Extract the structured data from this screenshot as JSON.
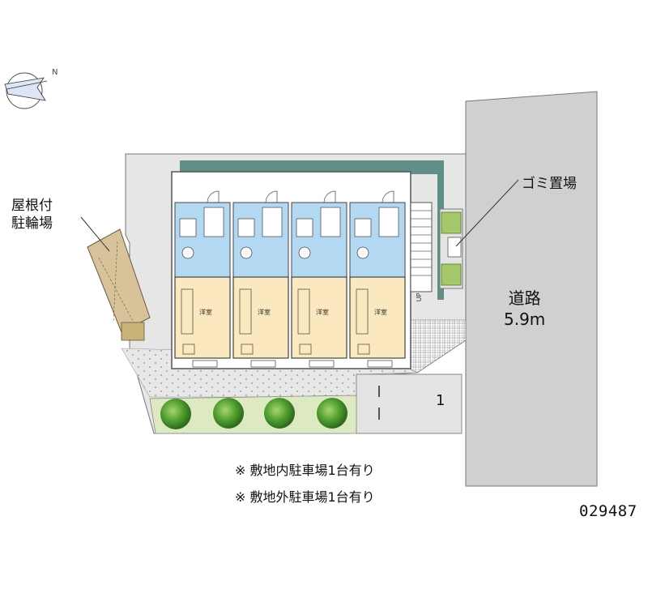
{
  "labels": {
    "rooftop_bike_parking": [
      "屋根付",
      "駐輪場"
    ],
    "trash_area": "ゴミ置場",
    "road": [
      "道路",
      "5.9m"
    ],
    "parking_space_number": "1",
    "stair_direction": "UP",
    "room_type": "洋室",
    "north_marker": "N"
  },
  "notes": [
    "※ 敷地内駐車場1台有り",
    "※ 敷地外駐車場1台有り"
  ],
  "listing_code": "029487",
  "colors": {
    "site_ground": "#e6e6e6",
    "building_shadow": "#5f8f86",
    "living_room": "#fbe8bf",
    "wet_area": "#b3d8f2",
    "road": "#d0d0d0",
    "tree": "#4d9b2e",
    "planting_strip": "#dde9c0"
  },
  "units": [
    {
      "room": "洋室"
    },
    {
      "room": "洋室"
    },
    {
      "room": "洋室"
    },
    {
      "room": "洋室"
    }
  ]
}
